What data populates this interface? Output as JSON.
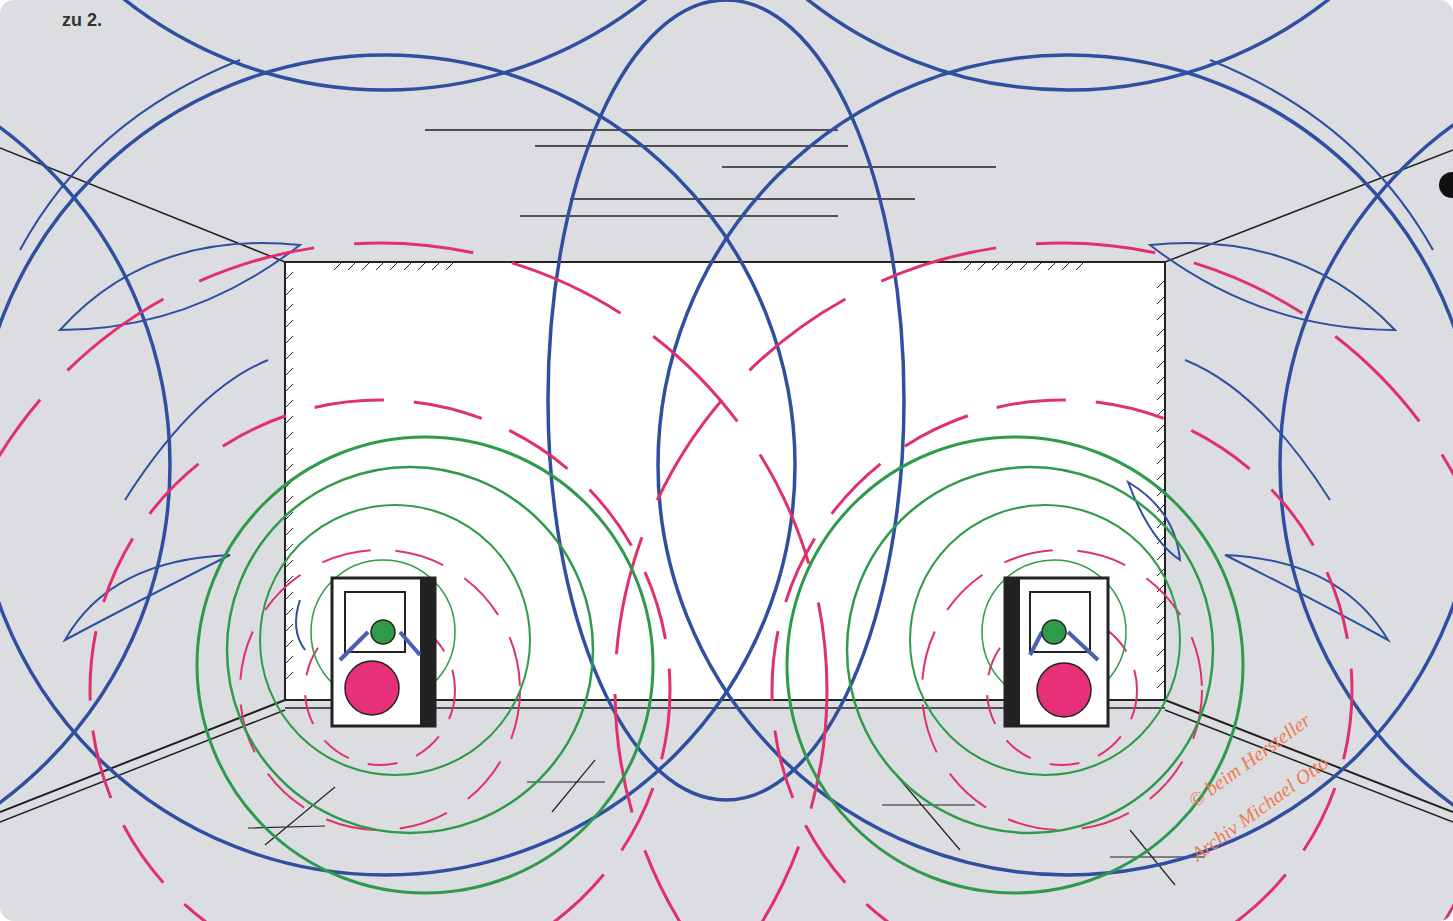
{
  "diagram": {
    "labels": [
      "zu 2.",
      "© beim Hersteller",
      "Archiv Michael Otto"
    ]
  }
}
